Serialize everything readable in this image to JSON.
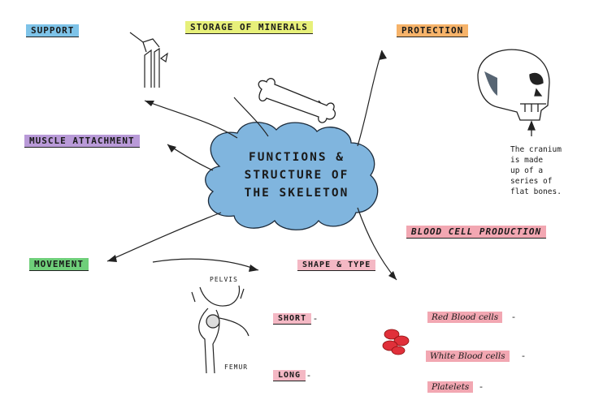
{
  "center": {
    "line1": "FUNCTIONS &",
    "line2": "STRUCTURE OF",
    "line3": "THE SKELETON"
  },
  "branches": {
    "support": "SUPPORT",
    "storage": "STORAGE OF MINERALS",
    "protection": "PROTECTION",
    "muscle": "MUSCLE ATTACHMENT",
    "movement": "MOVEMENT",
    "blood": "BLOOD CELL PRODUCTION",
    "shape": "SHAPE & TYPE"
  },
  "shape_items": {
    "short": "SHORT",
    "long": "LONG"
  },
  "blood_items": {
    "red": "Red Blood cells",
    "white": "White Blood cells",
    "platelets": "Platelets"
  },
  "cranium_note": [
    "The cranium",
    "is made",
    "up of a",
    "series of",
    "flat bones."
  ],
  "joint_labels": {
    "pelvis": "PELVIS",
    "femur": "FEMUR"
  },
  "colors": {
    "support": "#7ec3e8",
    "storage": "#e7f07a",
    "protection": "#f6b36a",
    "muscle": "#b99ad8",
    "movement": "#6fcf7a",
    "blood": "#f2a7b2",
    "shape": "#f4b8c4",
    "cloud": "#6aa8d8"
  }
}
